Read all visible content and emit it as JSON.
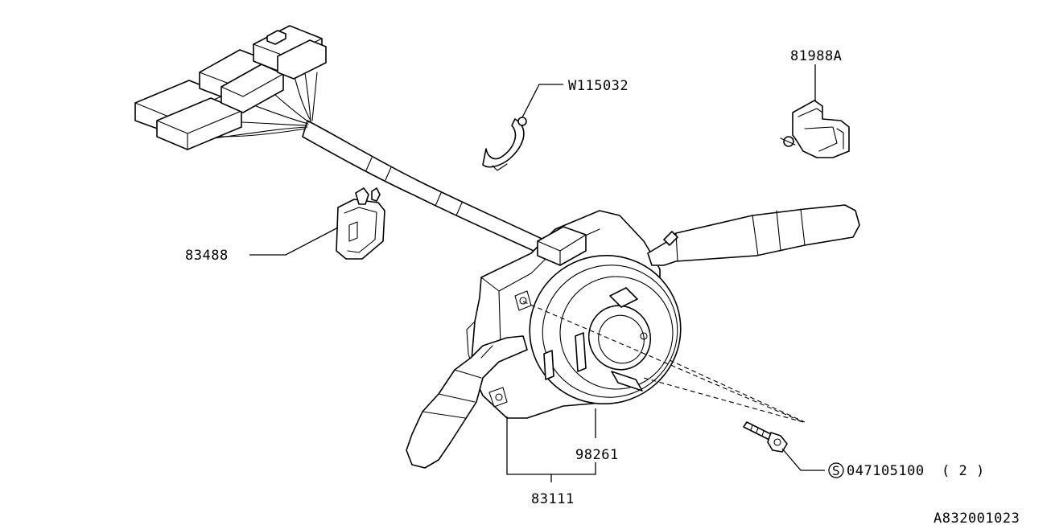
{
  "labels": {
    "wire_clip": "W115032",
    "bracket": "81988A",
    "connector_holder": "83488",
    "roll_connector": "98261",
    "combination_switch": "83111",
    "screw_marker": "S",
    "screw_part": "047105100",
    "screw_qty": "( 2 )",
    "diagram_id": "A832001023"
  }
}
